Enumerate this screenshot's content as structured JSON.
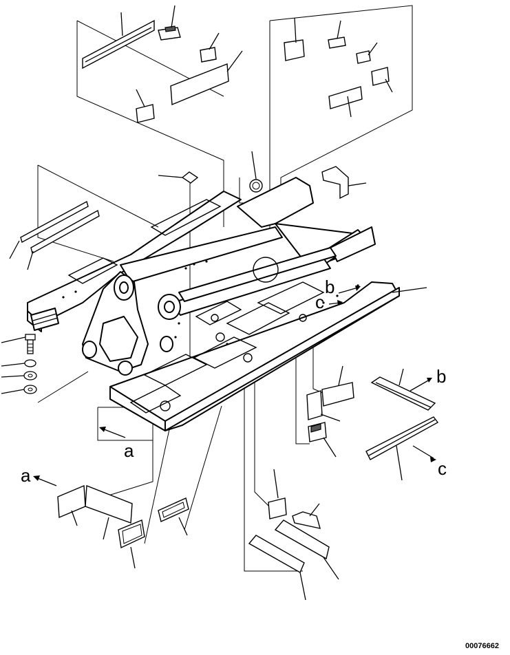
{
  "diagram": {
    "document_number": "00076662",
    "markers": [
      {
        "id": "a-upper",
        "text": "a"
      },
      {
        "id": "a-lower",
        "text": "a"
      },
      {
        "id": "b-frame",
        "text": "b"
      },
      {
        "id": "b-part",
        "text": "b"
      },
      {
        "id": "c-frame",
        "text": "c"
      },
      {
        "id": "c-part",
        "text": "c"
      }
    ]
  }
}
